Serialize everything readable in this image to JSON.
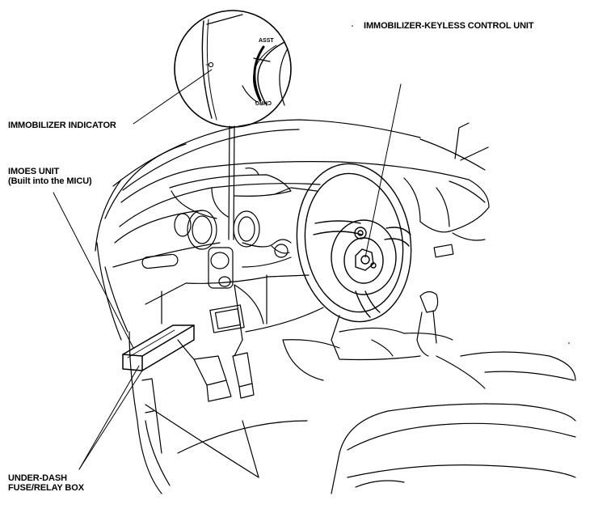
{
  "labels": {
    "immobilizer_control_unit": "IMMOBILIZER-KEYLESS CONTROL UNIT",
    "immobilizer_indicator": "IMMOBILIZER INDICATOR",
    "imoes_unit_line1": "IMOES UNIT",
    "imoes_unit_line2": "(Built into the MICU)",
    "under_dash_line1": "UNDER-DASH",
    "under_dash_line2": "FUSE/RELAY BOX"
  },
  "gauge": {
    "top_label": "ASST",
    "bottom_label": "CHRG"
  }
}
